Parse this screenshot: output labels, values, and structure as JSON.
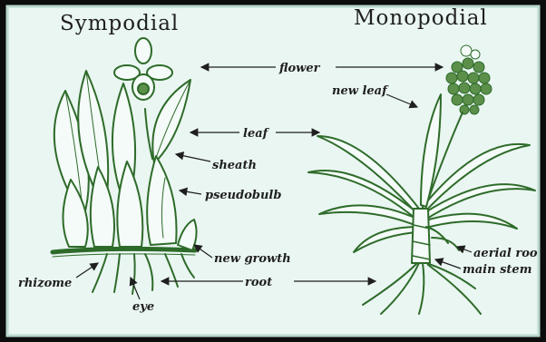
{
  "headings": {
    "left": "Sympodial",
    "right": "Monopodial"
  },
  "labels": {
    "flower": "flower",
    "new_leaf": "new leaf",
    "leaf": "leaf",
    "sheath": "sheath",
    "pseudobulb": "pseudobulb",
    "new_growth": "new growth",
    "rhizome": "rhizome",
    "root": "root",
    "eye": "eye",
    "aerial_root": "aerial roo",
    "main_stem": "main stem"
  },
  "colors": {
    "background": "#eaf6f2",
    "border": "#0c0c0c",
    "ink": "#2e6b2a",
    "ink_light": "#5c8f4a",
    "text": "#1f1f1f"
  }
}
